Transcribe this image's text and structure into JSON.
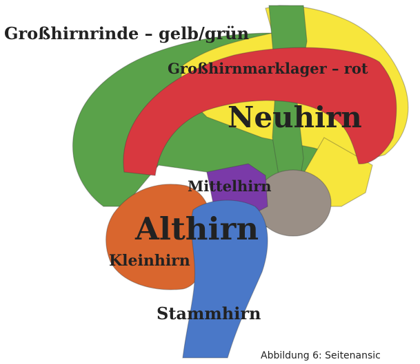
{
  "labels": {
    "cortex": "Großhirnrinde – gelb/grün",
    "white_matter": "Großhirnmarklager – rot",
    "neocortex": "Neuhirn",
    "midbrain": "Mittelhirn",
    "paleo": "Althirn",
    "cerebellum": "Kleinhirn",
    "brainstem": "Stammhirn"
  },
  "caption": "Abbildung 6: Seitenansic",
  "colors": {
    "cortex_green": "#5aa24a",
    "cortex_yellow": "#f7e63c",
    "white_matter_red": "#d8383f",
    "midbrain_purple": "#7a3aa8",
    "cerebellum_orange": "#d9662e",
    "brainstem_blue": "#4a78c8",
    "thalamus_gray": "#9a8f86"
  }
}
